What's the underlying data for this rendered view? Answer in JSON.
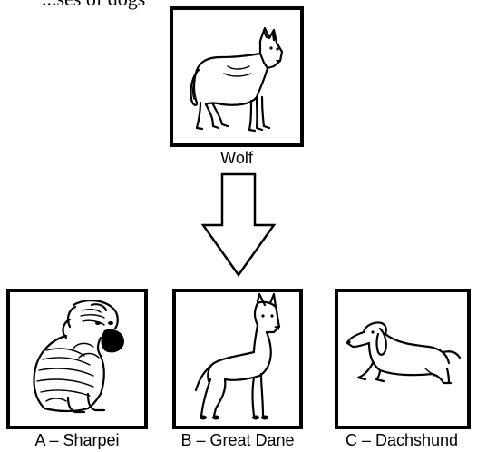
{
  "header": {
    "cut_text": "...ses of dogs"
  },
  "parent": {
    "label": "Wolf"
  },
  "arrow": {
    "direction": "down"
  },
  "breeds": [
    {
      "label": "A – Sharpei"
    },
    {
      "label": "B – Great Dane"
    },
    {
      "label": "C – Dachshund"
    }
  ],
  "colors": {
    "stroke": "#000000",
    "background": "#ffffff"
  }
}
